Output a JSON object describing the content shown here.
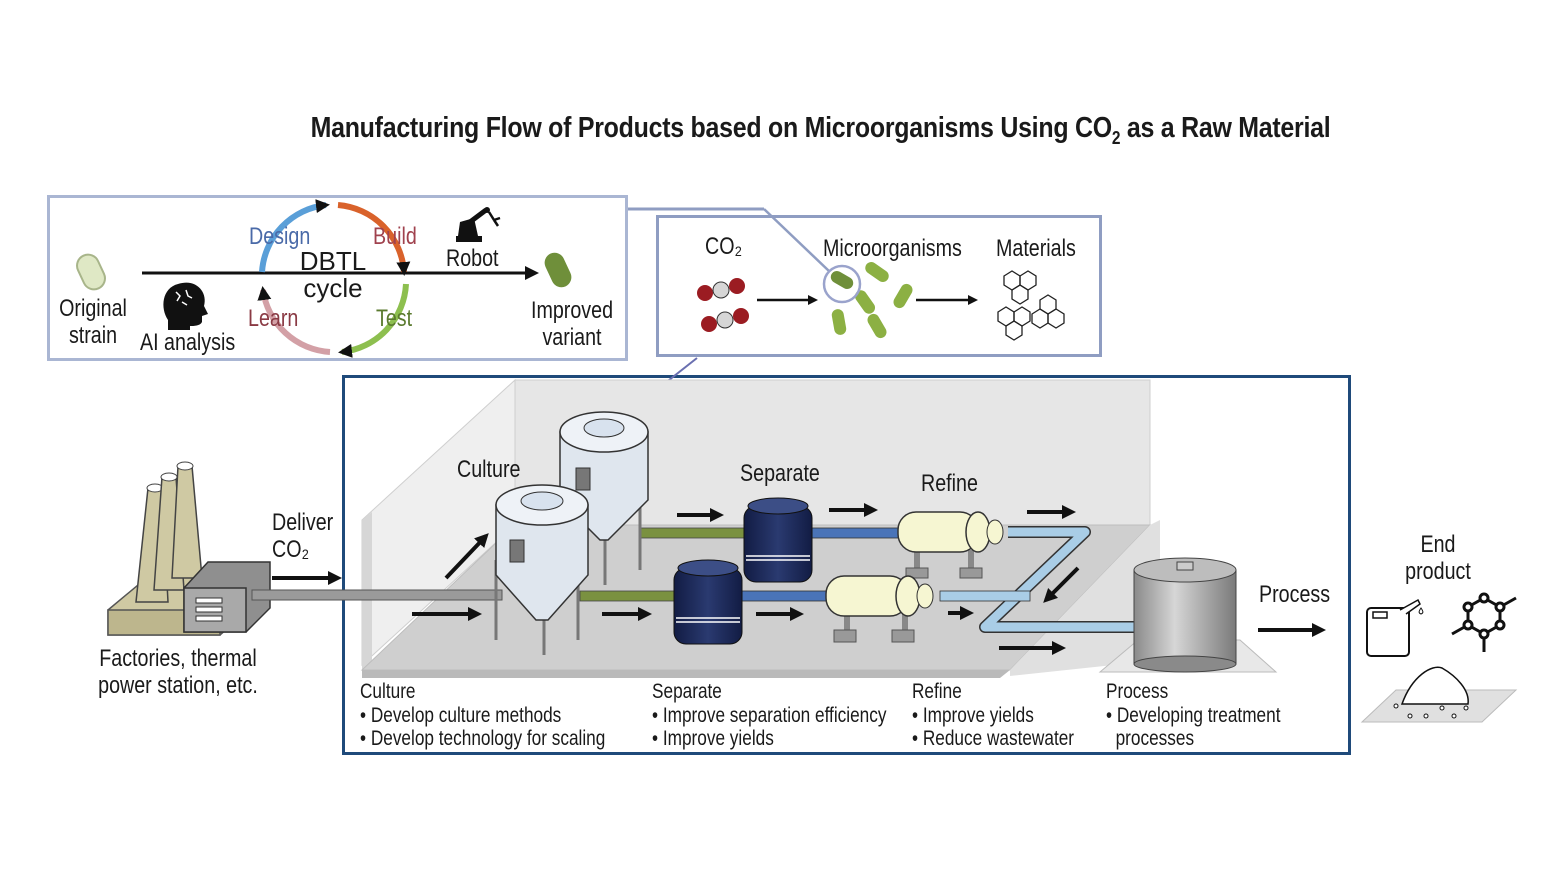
{
  "title": {
    "prefix": "Manufacturing Flow of Products based on Microorganisms Using CO",
    "subscript": "2",
    "suffix": " as a Raw Material"
  },
  "dbtl": {
    "original_strain": [
      "Original",
      "strain"
    ],
    "ai_analysis": "AI analysis",
    "cycle_center": [
      "DBTL",
      "cycle"
    ],
    "stages": {
      "design": "Design",
      "build": "Build",
      "test": "Test",
      "learn": "Learn"
    },
    "robot": "Robot",
    "improved_variant": [
      "Improved",
      "variant"
    ],
    "colors": {
      "design": "#5a9fd8",
      "build": "#d9622b",
      "test": "#8dbf4f",
      "learn": "#d3a0a6",
      "design_text": "#4a6aa8",
      "build_text": "#a0424e",
      "test_text": "#5a7a2e",
      "learn_text": "#8a3a44"
    }
  },
  "micro_panel": {
    "co2": "CO₂",
    "microorganisms": "Microorganisms",
    "materials": "Materials"
  },
  "source": {
    "label": [
      "Factories, thermal",
      "power station, etc."
    ],
    "deliver": [
      "Deliver",
      "CO₂"
    ]
  },
  "plant": {
    "labels": {
      "culture": "Culture",
      "separate": "Separate",
      "refine": "Refine",
      "process": "Process"
    },
    "stages": [
      {
        "heading": "Culture",
        "bullets": [
          "Develop culture methods",
          "Develop technology for scaling"
        ]
      },
      {
        "heading": "Separate",
        "bullets": [
          "Improve separation efficiency",
          "Improve yields"
        ]
      },
      {
        "heading": "Refine",
        "bullets": [
          "Improve yields",
          "Reduce wastewater"
        ]
      },
      {
        "heading": "Process",
        "bullets": [
          "Developing treatment",
          "processes"
        ]
      }
    ]
  },
  "end_product": {
    "label": [
      "End",
      "product"
    ],
    "icons": [
      "fuel-canister-icon",
      "molecule-ring-icon",
      "powder-pile-icon"
    ]
  },
  "colors": {
    "plant_border": "#1f4a7a",
    "dbtl_border": "#aab6d3",
    "micro_border": "#8f9dc2",
    "separator_tank": "#1c2a5a",
    "refiner": "#f6f6d2",
    "pipe_light_blue": "#a9cde6",
    "pipe_green": "#7a9140",
    "pipe_blue": "#4a74b8",
    "co2_red": "#9b1c22",
    "microbe_green": "#8cb043",
    "factory_khaki": "#cfc9a3"
  }
}
